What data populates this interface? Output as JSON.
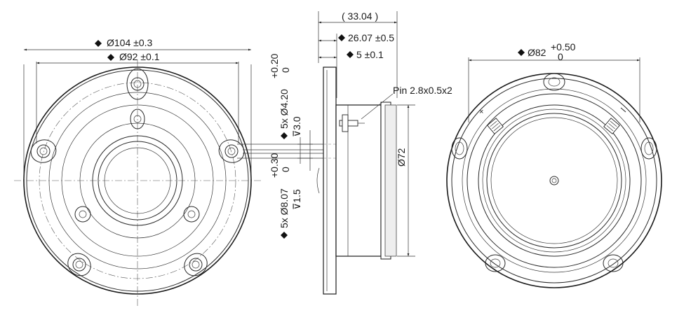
{
  "front_view": {
    "outer_diameter": "Ø104 ±0.3",
    "bolt_circle": "Ø92 ±0.1",
    "hole_callout": "5x Ø4.20",
    "hole_tol_upper": "+0.20",
    "hole_tol_lower": "0",
    "hole_depth": "⊽3.0",
    "cbore_callout": "5x Ø8.07",
    "cbore_tol_upper": "+0.30",
    "cbore_tol_lower": "0",
    "cbore_depth": "⊽1.5"
  },
  "side_view": {
    "total_depth": "( 33.04 )",
    "body_depth": "26.07 ±0.5",
    "flange_thickness": "5 ±0.1",
    "pin": "Pin 2.8x0.5x2",
    "body_diameter": "Ø72"
  },
  "rear_view": {
    "diameter": "Ø82",
    "tol_upper": "+0.50",
    "tol_lower": "0"
  }
}
